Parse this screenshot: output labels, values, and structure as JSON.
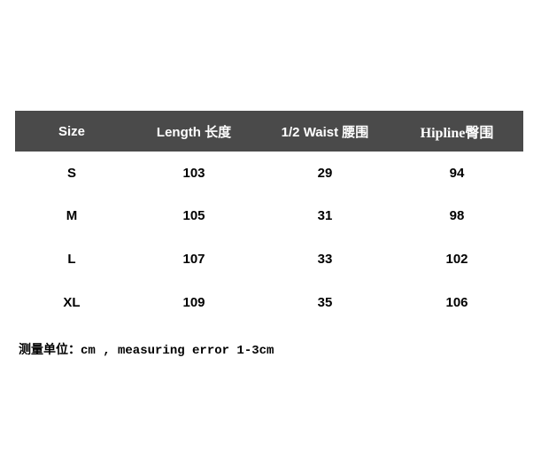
{
  "table": {
    "headers": [
      "Size",
      "Length 长度",
      "1/2 Waist 腰围",
      "Hipline臀围"
    ],
    "rows": [
      [
        "S",
        "103",
        "29",
        "94"
      ],
      [
        "M",
        "105",
        "31",
        "98"
      ],
      [
        "L",
        "107",
        "33",
        "102"
      ],
      [
        "XL",
        "109",
        "35",
        "106"
      ]
    ]
  },
  "note": "测量单位：cm , measuring error 1-3cm",
  "colors": {
    "header_background": "#4a4a4a",
    "header_text": "#ffffff",
    "body_text": "#000000",
    "page_background": "#ffffff"
  }
}
